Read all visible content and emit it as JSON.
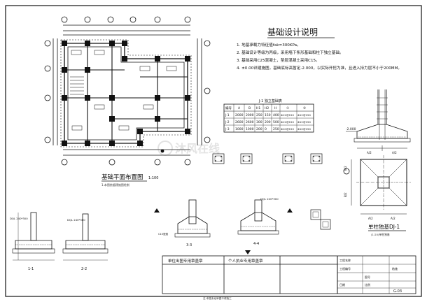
{
  "notes": {
    "title": "基础设计说明",
    "items": [
      "1. 地基承载力特征值fak=300KPa。",
      "2. 基础设计等级为丙级，采用墙下条形基础和柱下独立基础。",
      "3. 基础采用C25混凝土，垫层混凝土采用C15。",
      "4. ±0.00详建施图，基础底标高暂定-2.000，以实际开挖为准，且进入持力层不小于200MM。"
    ]
  },
  "plan": {
    "title": "基础平面布置图",
    "scale": "1:100",
    "subtitle": "1.本图依据建施图绘制"
  },
  "table": {
    "title": "J-1  独立基础表",
    "headers": [
      "编号",
      "A",
      "B",
      "H1",
      "H2",
      "H",
      "①",
      "②"
    ],
    "rows": [
      [
        "J-1",
        "2000",
        "2000",
        "250",
        "150",
        "400",
        "Φ12@150",
        "Φ12@150"
      ],
      [
        "J-2",
        "2600",
        "2600",
        "300",
        "200",
        "500",
        "Φ12@150",
        "Φ12@150"
      ],
      [
        "J-3",
        "1000",
        "1000",
        "200",
        "0",
        "250",
        "Φ10@150",
        "Φ10@150"
      ]
    ]
  },
  "watermark": "沐风在线",
  "detail": {
    "title": "单柱独基DJ-1",
    "subtitle": "(1:20)单柱独基",
    "elev": "-2.000",
    "half": "A/2",
    "halfb": "B/2"
  },
  "sections": {
    "s1": "1-1",
    "s2": "2-2",
    "s3": "3-3",
    "s4": "4-4",
    "beam": "DQL 240*300",
    "cushion": "C15垫层"
  },
  "titleblock": {
    "seal1": "单位出图专用章盖章",
    "seal2": "个人执业专用章盖章",
    "cells": [
      "工程名称",
      "工程编号",
      "图号",
      "比例",
      "日期",
      "结施"
    ],
    "sheet_no": "G-03",
    "footer": "注:本图未经审图不得施工"
  },
  "colors": {
    "ink": "#111111",
    "dim": "#333333"
  }
}
